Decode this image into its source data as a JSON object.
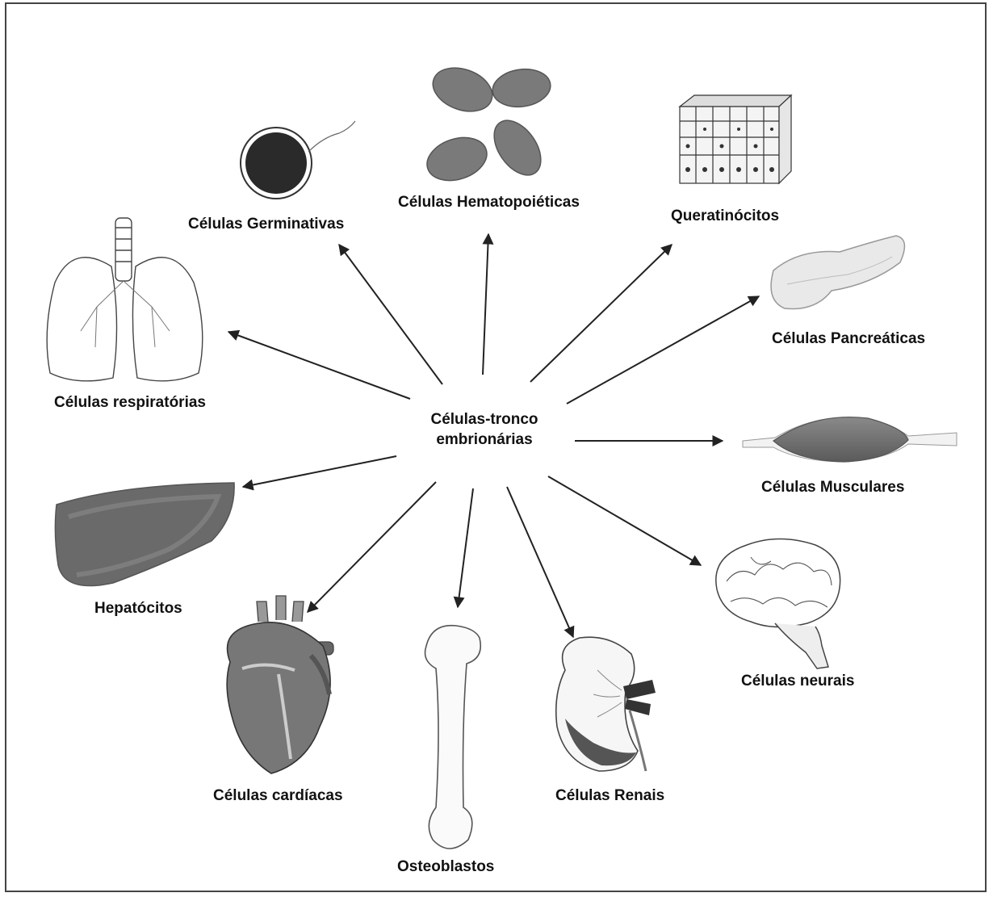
{
  "center": {
    "line1": "Células-tronco",
    "line2": "embrionárias"
  },
  "cell_types": {
    "germinativas": "Células Germinativas",
    "hematopoieticas": "Células Hematopoiéticas",
    "queratinocitos": "Queratinócitos",
    "pancreaticas": "Células Pancreáticas",
    "respiratorias": "Células respiratórias",
    "musculares": "Células Musculares",
    "hepatocitos": "Hepatócitos",
    "neurais": "Células neurais",
    "cardiacas": "Células cardíacas",
    "renais": "Células Renais",
    "osteoblastos": "Osteoblastos"
  },
  "colors": {
    "organ_red": "#7a7a7a",
    "outline": "#333333",
    "arrow": "#222222"
  }
}
